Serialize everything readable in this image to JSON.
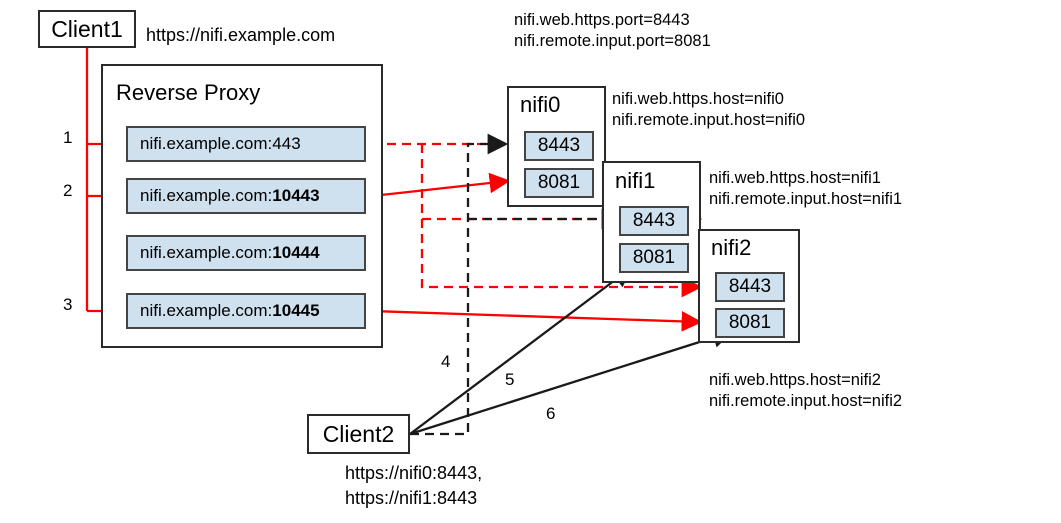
{
  "diagram": {
    "title": "NiFi cluster behind reverse proxy",
    "colors": {
      "client_flow": "#ff0000",
      "node_box_fill": "#cfe0ef",
      "stroke": "#2b2b2b",
      "background": "#ffffff"
    }
  },
  "client1": {
    "label": "Client1",
    "url": "https://nifi.example.com"
  },
  "client2": {
    "label": "Client2",
    "urls": "https://nifi0:8443,\nhttps://nifi1:8443",
    "url_line1": "https://nifi0:8443,",
    "url_line2": "https://nifi1:8443"
  },
  "reverse_proxy": {
    "title": "Reverse Proxy",
    "entries": [
      {
        "host": "nifi.example.com:",
        "port": "443",
        "port_bold": false,
        "marker": "1"
      },
      {
        "host": "nifi.example.com:",
        "port": "10443",
        "port_bold": true,
        "marker": "2"
      },
      {
        "host": "nifi.example.com:",
        "port": "10444",
        "port_bold": true,
        "marker": ""
      },
      {
        "host": "nifi.example.com:",
        "port": "10445",
        "port_bold": true,
        "marker": "3"
      }
    ]
  },
  "cluster_properties": {
    "shared": {
      "line1": "nifi.web.https.port=8443",
      "line2": "nifi.remote.input.port=8081"
    }
  },
  "nodes": [
    {
      "name": "nifi0",
      "ports": [
        {
          "value": "8443"
        },
        {
          "value": "8081"
        }
      ],
      "props": {
        "line1": "nifi.web.https.host=nifi0",
        "line2": "nifi.remote.input.host=nifi0"
      }
    },
    {
      "name": "nifi1",
      "ports": [
        {
          "value": "8443"
        },
        {
          "value": "8081"
        }
      ],
      "props": {
        "line1": "nifi.web.https.host=nifi1",
        "line2": "nifi.remote.input.host=nifi1"
      }
    },
    {
      "name": "nifi2",
      "ports": [
        {
          "value": "8443"
        },
        {
          "value": "8081"
        }
      ],
      "props": {
        "line1": "nifi.web.https.host=nifi2",
        "line2": "nifi.remote.input.host=nifi2"
      }
    }
  ],
  "flow_markers": {
    "m1": "1",
    "m2": "2",
    "m3": "3",
    "m4": "4",
    "m5": "5",
    "m6": "6"
  }
}
